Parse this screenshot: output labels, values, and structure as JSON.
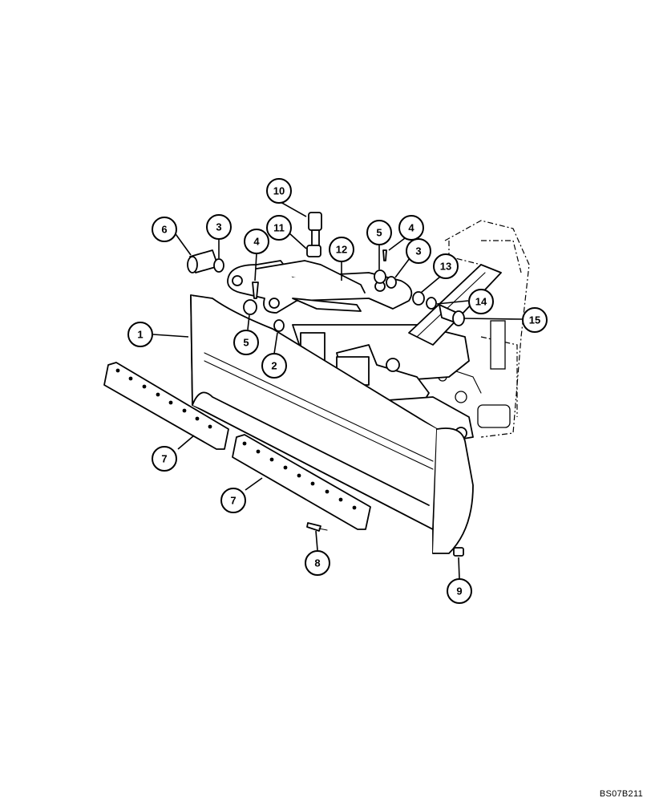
{
  "callouts": [
    "1",
    "2",
    "3",
    "3",
    "4",
    "4",
    "5",
    "5",
    "6",
    "7",
    "7",
    "8",
    "9",
    "10",
    "11",
    "12",
    "13",
    "14",
    "15"
  ],
  "drawing_code": "BS07B211"
}
